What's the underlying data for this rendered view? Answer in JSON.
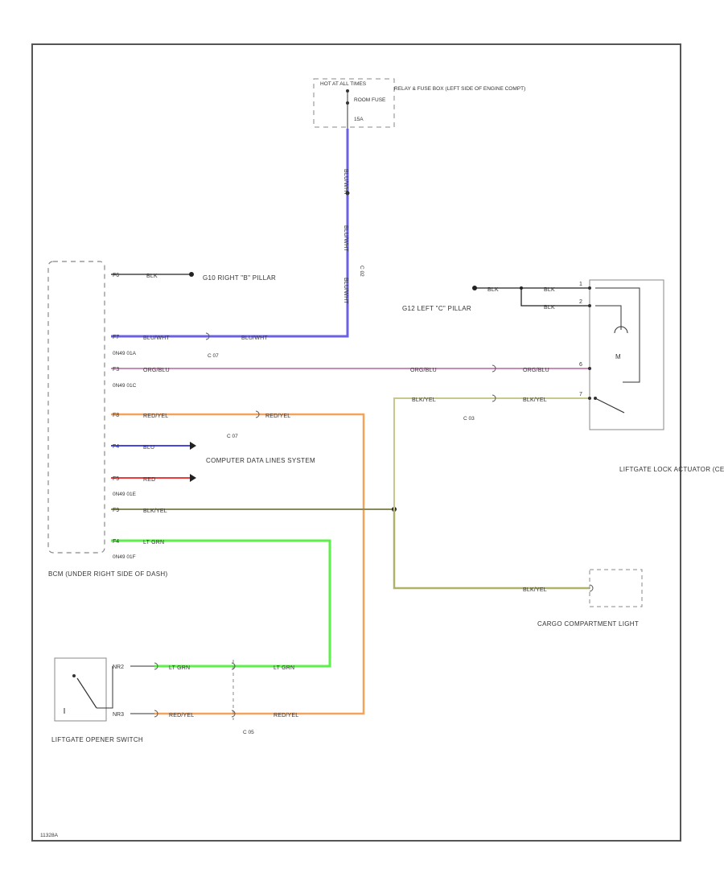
{
  "colors": {
    "frame": "#555555",
    "dashed": "#888888",
    "wire_blu_wht": "#6a62e6",
    "wire_org_blu": "#c98ab8",
    "wire_red_yel": "#f5a25a",
    "wire_blu": "#4a46e6",
    "wire_red": "#ee3a3a",
    "wire_blk_yel": "#a0a468",
    "wire_lt_grn": "#5cf04a",
    "wire_blk": "#222222"
  },
  "power": {
    "hot_label": "HOT AT ALL TIMES",
    "relay_box": "RELAY & FUSE BOX (LEFT SIDE OF ENGINE COMPT)",
    "fuse_label": "ROOM FUSE",
    "fuse_rating": "15A"
  },
  "wires": {
    "blu_wht": "BLU/WHT",
    "org_blu": "ORG/BLU",
    "red_yel": "RED/YEL",
    "blu": "BLU",
    "red": "RED",
    "blk_yel": "BLK/YEL",
    "lt_grn": "LT GRN",
    "blk": "BLK"
  },
  "grounds": {
    "g_right_b": "G10 RIGHT \"B\" PILLAR",
    "g_left_c": "G12 LEFT \"C\" PILLAR"
  },
  "connectors": {
    "c02": "C 02",
    "c07a": "C 07",
    "c07b": "C 07",
    "c03": "C 03",
    "c05": "C 05"
  },
  "bcm": {
    "label": "BCM (UNDER RIGHT SIDE OF DASH)",
    "pins": [
      "F6",
      "F7",
      "F3",
      "F8",
      "F4",
      "F5",
      "F9",
      "F4"
    ],
    "connector_ids": [
      "0N49 01A",
      "0N49 01C",
      "0N49 01E",
      "0N49 01F"
    ]
  },
  "actuator": {
    "label": "LIFTGATE LOCK ACTUATOR (CENTER REAR OF TRUNK)",
    "pins": [
      "1",
      "2",
      "6",
      "7"
    ]
  },
  "computer_system": "COMPUTER DATA LINES SYSTEM",
  "cargo_light": "CARGO COMPARTMENT LIGHT",
  "opener_switch": {
    "label": "LIFTGATE OPENER SWITCH",
    "pin_a": "NR2",
    "pin_b": "NR3"
  },
  "footer_code": "11328A"
}
